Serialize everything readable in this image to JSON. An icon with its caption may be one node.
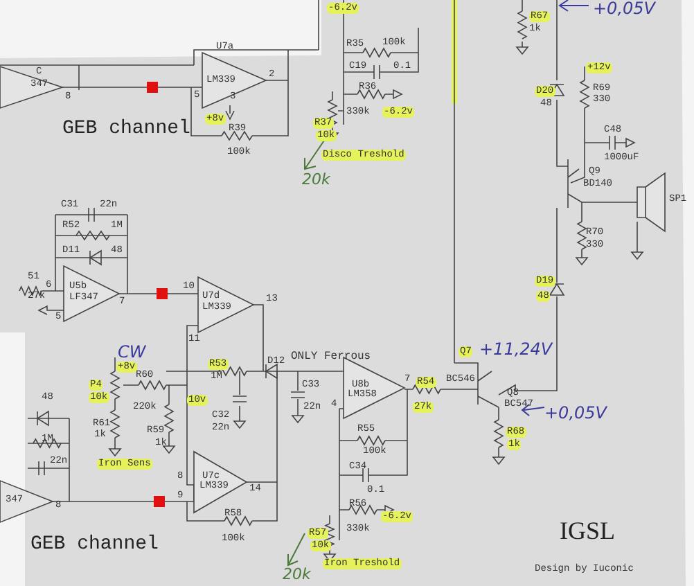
{
  "diagram": {
    "labels": [
      "-6.2v",
      "+0,05V",
      "R67",
      "1k",
      "R35",
      "100k",
      "C19",
      "0.1",
      "C",
      "347",
      "8",
      "U7a",
      "LM339",
      "2",
      "5",
      "3",
      "+8v",
      "+12v",
      "R36",
      "330k",
      "-6.2v",
      "D20",
      "48",
      "R69",
      "330",
      "GEB channel",
      "R37",
      "10k",
      "R39",
      "100k",
      "Disco Treshold",
      "C48",
      "1000uF",
      "20k",
      "Q9",
      "BD140",
      "C31",
      "22n",
      "SP1",
      "R52",
      "1M",
      "R70",
      "D11",
      "48",
      "330",
      "51",
      "27k",
      "6",
      "U5b",
      "LF347",
      "7",
      "5",
      "10",
      "U7d",
      "LM339",
      "13",
      "11",
      "D19",
      "48",
      "CW",
      "ONLY Ferrous",
      "+8v",
      "R53",
      "1M",
      "D12",
      "Q7",
      "BC546",
      "+11,24V",
      "P4",
      "10k",
      "R60",
      "220k",
      "10v",
      "C33",
      "22n",
      "U8b",
      "LM358",
      "7",
      "R54",
      "27k",
      "Q8",
      "BC547",
      "+0,05V",
      "48",
      "C32",
      "22n",
      "R61",
      "1k",
      "4",
      "R68",
      "1k",
      "R59",
      "1k",
      "1M",
      "R55",
      "100k",
      "C34",
      "22n",
      "Iron Sens",
      "0.1",
      "U7c",
      "LM339",
      "14",
      "8",
      "9",
      "347",
      "8",
      "R58",
      "100k",
      "R56",
      "330k",
      "-6.2v",
      "R57",
      "10k",
      "GEB channel",
      "IGSL",
      "20k",
      "Iron Treshold",
      "Design by Iuconic"
    ]
  }
}
